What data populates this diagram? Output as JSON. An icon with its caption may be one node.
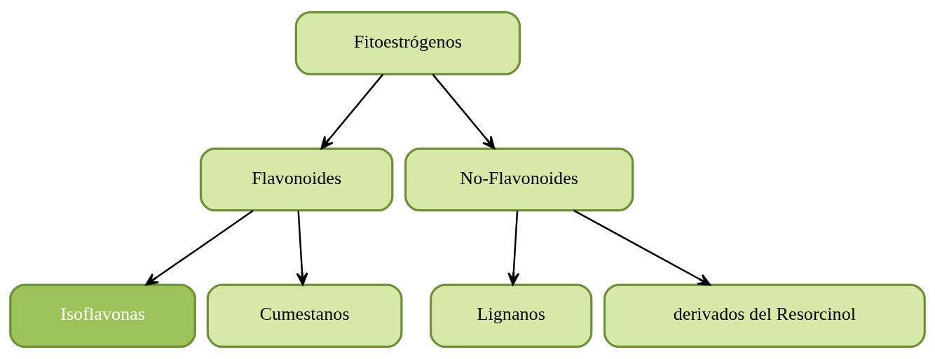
{
  "diagram": {
    "nodes": [
      {
        "text": [
          "Fitoestrógenos"
        ]
      },
      {
        "text": [
          "Flavonoides"
        ]
      },
      {
        "text": [
          "No-Flavonoides"
        ]
      },
      {
        "text": [
          "Isoflavonas"
        ]
      },
      {
        "text": [
          "Cumestanos"
        ]
      },
      {
        "text": [
          "Lignanos"
        ]
      },
      {
        "text": [
          "derivados del Resorcinol"
        ]
      }
    ],
    "edges": [
      {
        "from": 0,
        "to": 1,
        "arrow": "to"
      },
      {
        "from": 0,
        "to": 2,
        "arrow": "to"
      },
      {
        "from": 1,
        "to": 3,
        "arrow": "to"
      },
      {
        "from": 1,
        "to": 4,
        "arrow": "to"
      },
      {
        "from": 2,
        "to": 5,
        "arrow": "to"
      },
      {
        "from": 2,
        "to": 6,
        "arrow": "to"
      }
    ]
  }
}
